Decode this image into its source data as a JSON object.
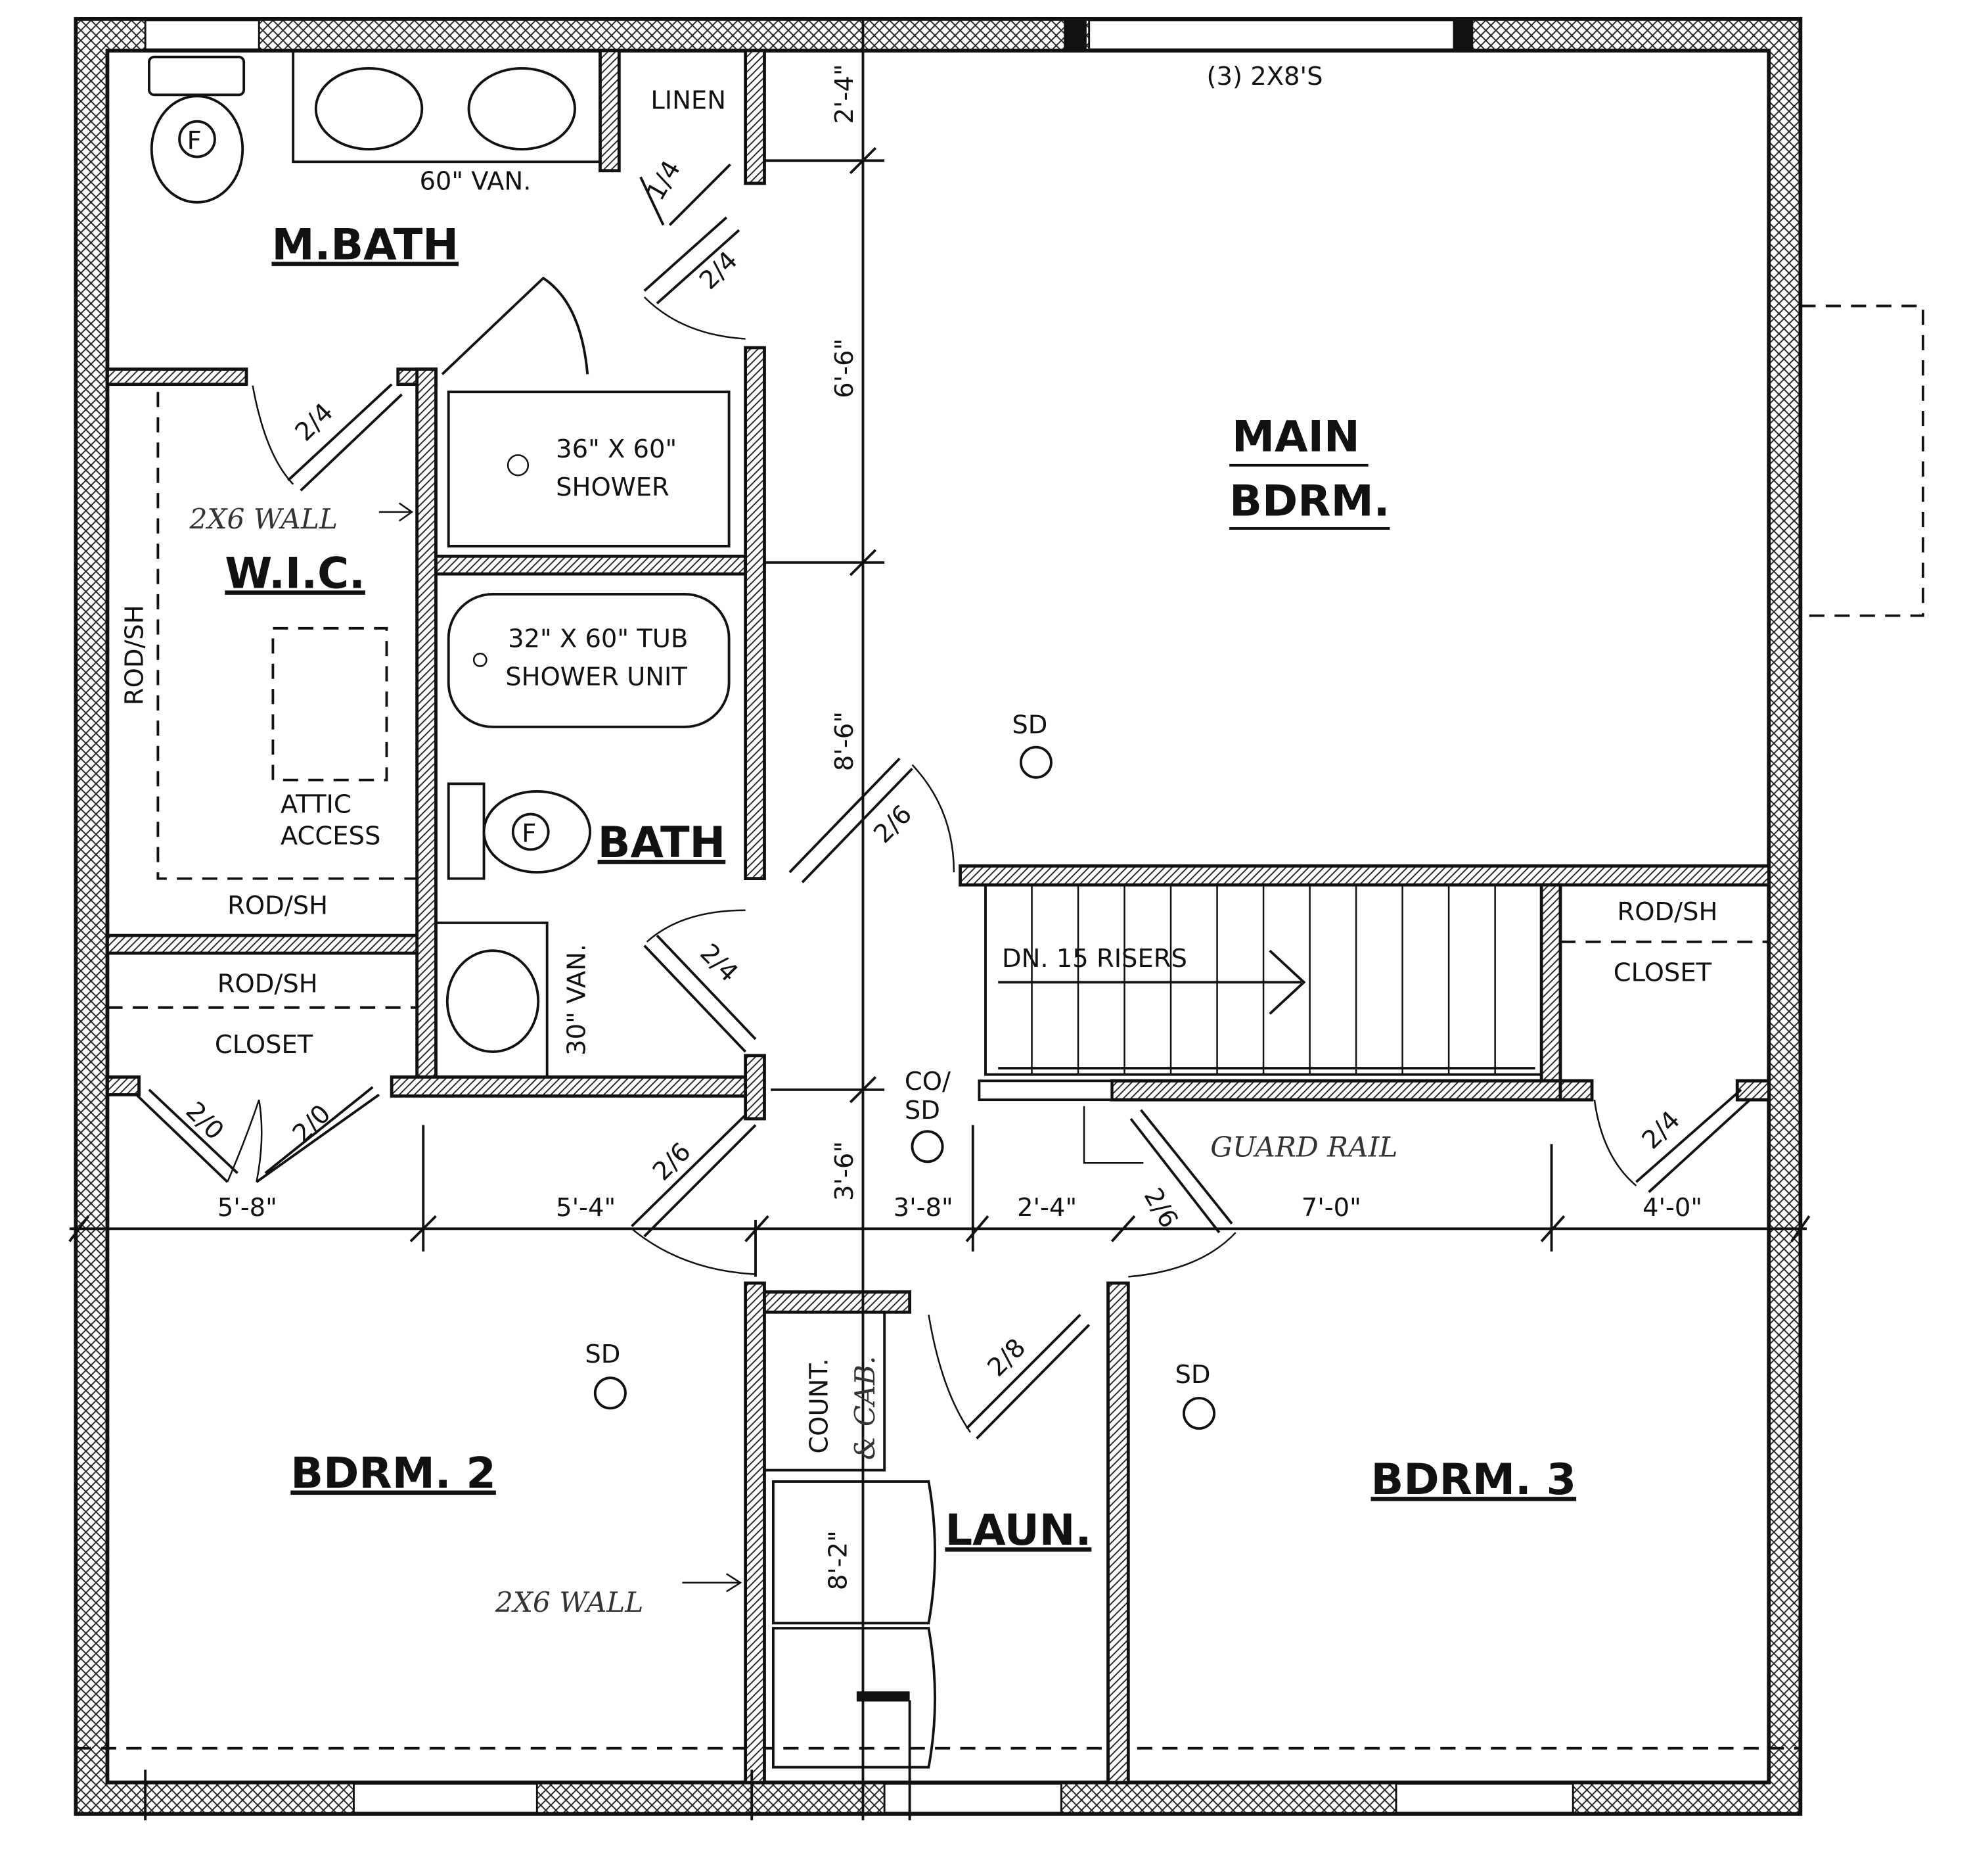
{
  "notes": {
    "header_beams": "(3) 2X8'S",
    "wall_note_1": "2X6 WALL",
    "wall_note_2": "2X6 WALL",
    "guard_rail": "GUARD RAIL",
    "stairs": "DN. 15 RISERS"
  },
  "rooms": {
    "master_bath": "M.BATH",
    "linen": "LINEN",
    "vanity_60": "60\" VAN.",
    "shower_1": "36\" X 60\"",
    "shower_2": "SHOWER",
    "tub_1": "32\" X 60\" TUB",
    "tub_2": "SHOWER UNIT",
    "bath": "BATH",
    "vanity_30": "30\" VAN.",
    "wic": "W.I.C.",
    "attic_1": "ATTIC",
    "attic_2": "ACCESS",
    "main_1": "MAIN",
    "main_2": "BDRM.",
    "bdrm2": "BDRM. 2",
    "bdrm3": "BDRM. 3",
    "laundry": "LAUN.",
    "counter_1": "COUNT.",
    "counter_2": "& CAB.",
    "rod_wic_side": "ROD/SH",
    "rod_wic_bottom": "ROD/SH",
    "rod_closet": "ROD/SH",
    "closet": "CLOSET",
    "rod_closet_right": "ROD/SH",
    "closet_right": "CLOSET",
    "toilet_mark_1": "F",
    "toilet_mark_2": "F"
  },
  "devices": {
    "sd_main": "SD",
    "sd_hall_1": "CO/",
    "sd_hall_2": "SD",
    "sd_bdrm2": "SD",
    "sd_bdrm3": "SD"
  },
  "doors": {
    "linen": "1/4",
    "mbath": "2/4",
    "wic": "2/4",
    "bath": "2/4",
    "closet_right": "2/4",
    "main": "2/6",
    "bdrm2": "2/6",
    "bdrm3": "2/6",
    "closet_left": "2/0",
    "closet_right_leaf": "2/0",
    "laundry": "2/8"
  },
  "dimensions": {
    "v1": "2'-4\"",
    "v2": "6'-6\"",
    "v3": "8'-6\"",
    "v4": "3'-6\"",
    "h1": "5'-8\"",
    "h2": "5'-4\"",
    "h3": "3'-8\"",
    "h4": "2'-4\"",
    "h5": "7'-0\"",
    "h6": "4'-0\"",
    "laundry": "8'-2\""
  }
}
